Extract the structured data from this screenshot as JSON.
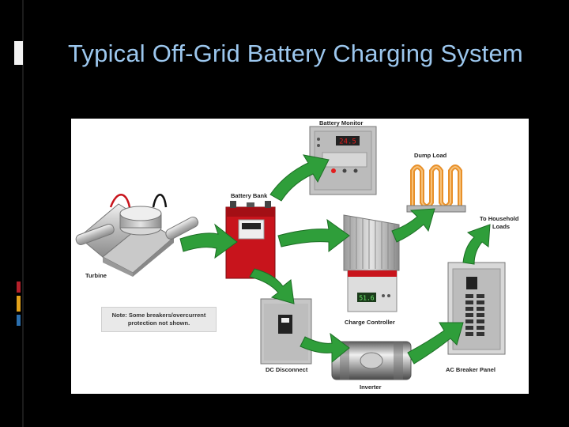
{
  "slide": {
    "title": "Typical Off-Grid Battery Charging System"
  },
  "diagram": {
    "labels": {
      "battery_monitor": "Battery Monitor",
      "dump_load": "Dump Load",
      "battery_bank": "Battery Bank",
      "to_household_loads_1": "To Household",
      "to_household_loads_2": "Loads",
      "turbine": "Turbine",
      "charge_controller": "Charge Controller",
      "dc_disconnect": "DC Disconnect",
      "ac_breaker_panel": "AC Breaker Panel",
      "inverter": "Inverter"
    },
    "note_line1": "Note: Some breakers/overcurrent",
    "note_line2": "protection not shown.",
    "monitor_readout": "24.5",
    "controller_readout": "51.6",
    "colors": {
      "arrow_green": "#2f9e3a",
      "battery_red": "#c8141c",
      "dump_load_orange": "#e8902a",
      "title_blue": "#9cc7ee"
    }
  }
}
